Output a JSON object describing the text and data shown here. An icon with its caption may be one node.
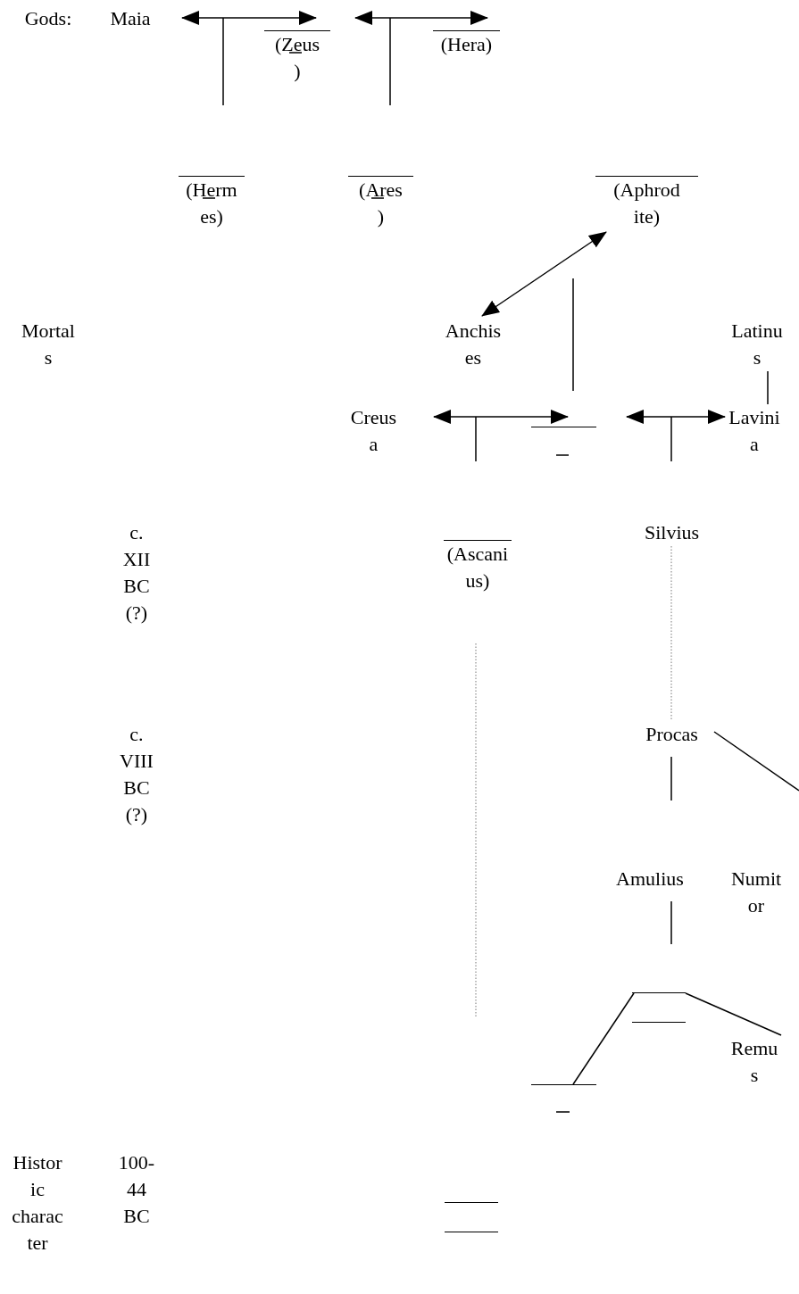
{
  "diagram": {
    "nodes": [
      {
        "text": [
          "Maia"
        ]
      },
      {
        "text": [
          "(Zeus)"
        ]
      },
      {
        "text": [
          "(Hera)"
        ]
      },
      {
        "text": [
          "(Hermes)"
        ]
      },
      {
        "text": [
          "(Ares)"
        ]
      },
      {
        "text": [
          "(Aphrodite)"
        ]
      },
      {
        "text": [
          "Anchises"
        ]
      },
      {
        "text": [
          "Latinus"
        ]
      },
      {
        "text": [
          "Creusa"
        ]
      },
      {
        "text": [],
        "shape": "bar"
      },
      {
        "text": [
          "Lavinia"
        ]
      },
      {
        "text": [
          "Silvius"
        ]
      },
      {
        "text": [
          "(Ascanius)"
        ]
      },
      {
        "text": [
          "Procas"
        ]
      },
      {
        "text": [
          "Amulius"
        ]
      },
      {
        "text": [
          "Numitor"
        ]
      },
      {
        "text": [],
        "shape": "bar"
      },
      {
        "text": [],
        "shape": "bar"
      },
      {
        "text": [
          "Remus"
        ]
      },
      {
        "text": [],
        "shape": "bar"
      }
    ],
    "edges": [
      {
        "from": 0,
        "to": 1,
        "arrow": "both"
      },
      {
        "from": 1,
        "to": 2,
        "arrow": "both"
      },
      {
        "from": 5,
        "to": 6,
        "arrow": "both"
      },
      {
        "from": 8,
        "to": 9,
        "arrow": "both"
      },
      {
        "from": 9,
        "to": 10,
        "arrow": "both"
      },
      {
        "from": 7,
        "to": 10,
        "arrow": "none"
      },
      {
        "from": 11,
        "to": 13,
        "arrow": "none",
        "style": "dashed",
        "color": "#777777"
      },
      {
        "from": 13,
        "to": null,
        "arrow": "none"
      },
      {
        "from": 12,
        "to": null,
        "arrow": "none",
        "style": "dashed",
        "color": "#777777"
      },
      {
        "from": 16,
        "to": 17,
        "arrow": "none"
      },
      {
        "from": 16,
        "to": 18,
        "arrow": "none"
      }
    ],
    "labels": [
      "Gods:",
      "Mortals",
      "c. XII BC (?)",
      "c. VIII BC (?)",
      "Historic character",
      "100-44 BC"
    ]
  }
}
